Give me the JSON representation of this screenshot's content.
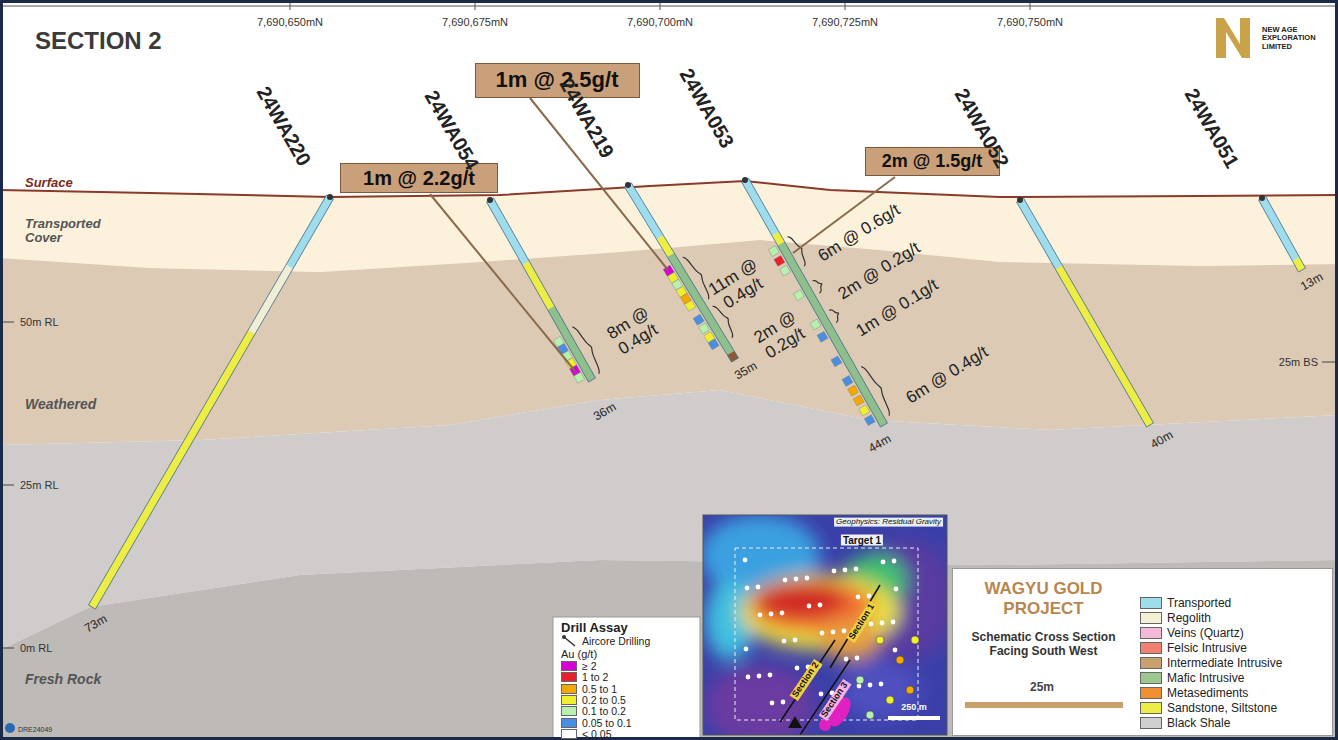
{
  "diagram": {
    "title": "SECTION 2",
    "nodes": [
      {
        "text": [
          "1m @ 2.5g/t"
        ]
      },
      {
        "text": [
          "1m @ 2.2g/t"
        ]
      },
      {
        "text": [
          "2m @ 1.5g/t"
        ]
      },
      {
        "text": [
          "WAGYU GOLD PROJECT",
          "Schematic Cross Section Facing South West"
        ]
      }
    ],
    "labels": [
      "7,690,650mN",
      "7,690,675mN",
      "7,690,700mN",
      "7,690,725mN",
      "7,690,750mN",
      "NEW AGE EXPLORATION LIMITED",
      "24WA220",
      "24WA054",
      "24WA219",
      "24WA053",
      "24WA052",
      "24WA051",
      "Surface",
      "Transported Cover",
      "50m RL",
      "Weathered",
      "25m RL",
      "0m RL",
      "Fresh Rock",
      "25m BS",
      "73m",
      "36m",
      "35m",
      "44m",
      "40m",
      "13m",
      "8m @ 0.4g/t",
      "11m @ 0.4g/t",
      "2m @ 0.2g/t",
      "6m @ 0.6g/t",
      "2m @ 0.2g/t",
      "1m @ 0.1g/t",
      "6m @ 0.4g/t",
      "Drill Assay",
      "Au (g/t)",
      "Geophysics: Residual Gravity",
      "Target 1",
      "Section 1",
      "Section 2",
      "Section 3",
      "250 m",
      "25m",
      "DRE24049"
    ],
    "legend": [
      {
        "text": "Aircore Drilling"
      },
      {
        "text": "≥ 2",
        "color": "#d400d4"
      },
      {
        "text": "1 to 2",
        "color": "#e8202a"
      },
      {
        "text": "0.5 to 1",
        "color": "#f5a800"
      },
      {
        "text": "0.2 to 0.5",
        "color": "#f0f030"
      },
      {
        "text": "0.1 to 0.2",
        "color": "#b8f0b0"
      },
      {
        "text": "0.05 to 0.1",
        "color": "#4a8ee0"
      },
      {
        "text": "< 0.05",
        "color": "#ffffff"
      },
      {
        "text": "Transported",
        "color": "#9fdcec"
      },
      {
        "text": "Regolith",
        "color": "#f4f0d6"
      },
      {
        "text": "Veins (Quartz)",
        "color": "#f4b8d8"
      },
      {
        "text": "Felsic Intrusive",
        "color": "#f08070"
      },
      {
        "text": "Intermediate Intrusive",
        "color": "#c8a070"
      },
      {
        "text": "Mafic Intrusive",
        "color": "#9cc890"
      },
      {
        "text": "Metasediments",
        "color": "#f09030"
      },
      {
        "text": "Sandstone, Siltstone",
        "color": "#eded45"
      },
      {
        "text": "Black Shale",
        "color": "#d0d0d0"
      }
    ]
  }
}
